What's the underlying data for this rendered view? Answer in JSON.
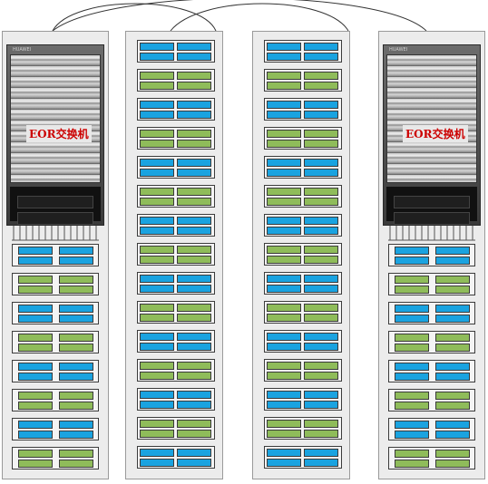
{
  "diagram": {
    "switch_label": "EOR交换机",
    "switch_brand_text": "HUAWEI",
    "colors": {
      "disk_blue": "#1aa3e0",
      "disk_green": "#8fbc5a",
      "label_red": "#cc0000",
      "cable": "#333333"
    },
    "racks": [
      {
        "type": "eor",
        "servers": [
          "blue",
          "green",
          "blue",
          "green",
          "blue",
          "green",
          "blue",
          "green"
        ]
      },
      {
        "type": "server",
        "servers": [
          "blue",
          "green",
          "blue",
          "green",
          "blue",
          "green",
          "blue",
          "green",
          "blue",
          "green",
          "blue",
          "green",
          "blue",
          "green",
          "blue"
        ]
      },
      {
        "type": "server",
        "servers": [
          "blue",
          "green",
          "blue",
          "green",
          "blue",
          "green",
          "blue",
          "green",
          "blue",
          "green",
          "blue",
          "green",
          "blue",
          "green",
          "blue"
        ]
      },
      {
        "type": "eor",
        "servers": [
          "blue",
          "green",
          "blue",
          "green",
          "blue",
          "green",
          "blue",
          "green"
        ]
      }
    ]
  }
}
